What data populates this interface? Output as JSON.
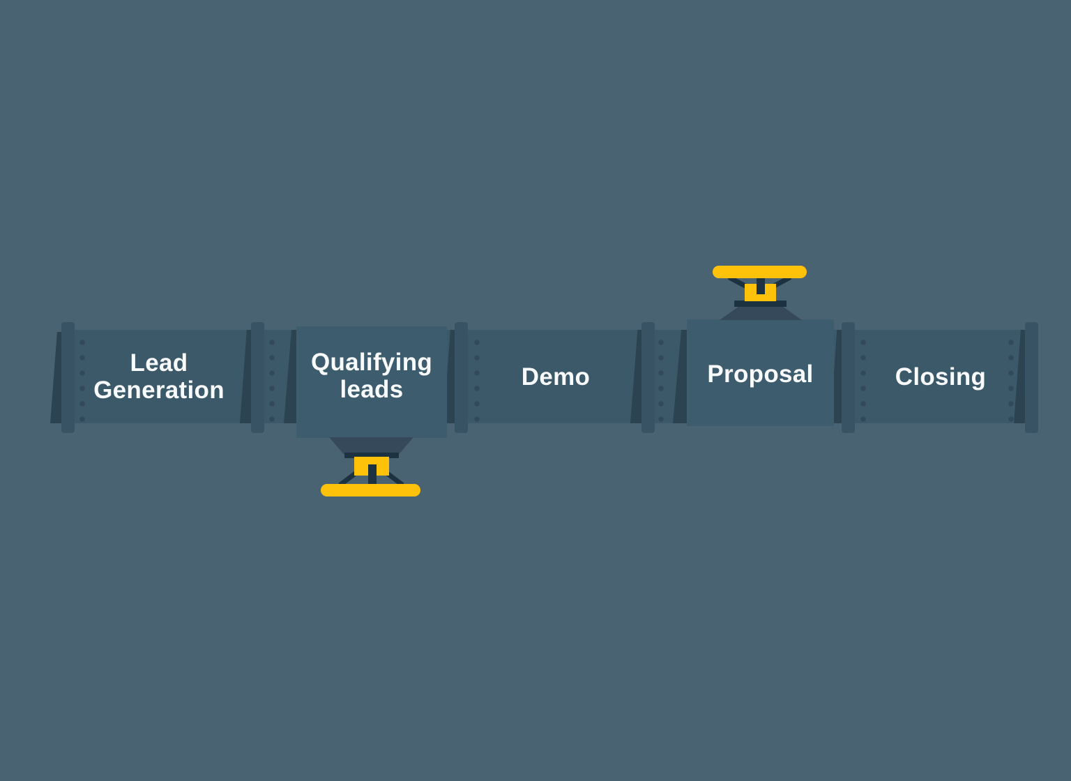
{
  "diagram": {
    "type": "sales-pipeline-illustration",
    "description": "Horizontal pipeline made of pipe segments joined by flanges; two segments are valve boxes with yellow hand-wheels.",
    "stages": [
      {
        "id": "lead-generation",
        "label": "Lead Generation",
        "kind": "pipe",
        "valve": "none"
      },
      {
        "id": "qualifying-leads",
        "label": "Qualifying leads",
        "kind": "valve-box",
        "valve": "bottom"
      },
      {
        "id": "demo",
        "label": "Demo",
        "kind": "pipe",
        "valve": "none"
      },
      {
        "id": "proposal",
        "label": "Proposal",
        "kind": "valve-box",
        "valve": "top"
      },
      {
        "id": "closing",
        "label": "Closing",
        "kind": "pipe",
        "valve": "none"
      }
    ],
    "colors": {
      "background": "#4A6372",
      "pipe": "#3B5968",
      "stage_box": "#3D5C6D",
      "flange": "#385364",
      "shadow_wedge": "#2C4352",
      "valve_neck": "#35495A",
      "valve_dark": "#1D3240",
      "valve_yellow": "#FFC20B",
      "label_text": "#F8FAFB"
    }
  }
}
